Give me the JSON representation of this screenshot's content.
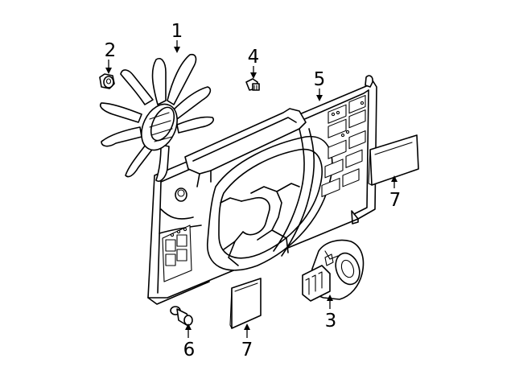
{
  "callouts": {
    "c1": "1",
    "c2": "2",
    "c3": "3",
    "c4": "4",
    "c5": "5",
    "c6": "6",
    "c7a": "7",
    "c7b": "7"
  },
  "icons": [
    "fan-blade-icon",
    "nut-icon",
    "bolt-icon",
    "shroud-icon",
    "motor-icon",
    "rivet-icon",
    "seal-pad-icon"
  ],
  "colors": {
    "line": "#000000",
    "background": "#ffffff"
  }
}
